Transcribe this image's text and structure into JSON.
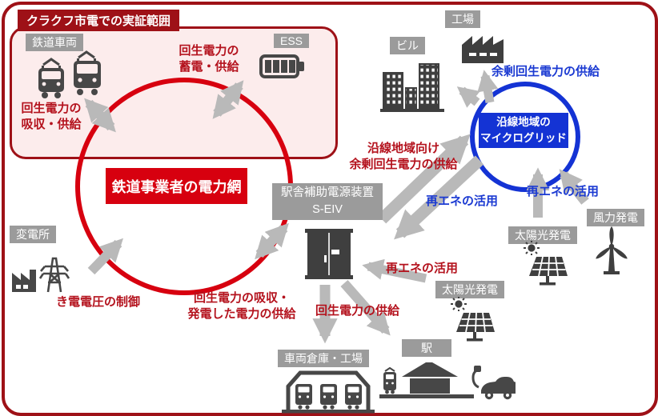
{
  "colors": {
    "frame_red": "#9e1117",
    "circle_red": "#d7000f",
    "text_red": "#b4121d",
    "blue": "#1433d4",
    "text_blue": "#1b3ad2",
    "badge_gray": "#9b9b9b",
    "arrow_gray": "#b9b9b9",
    "icon_gray": "#474747",
    "panel_pink": "#fcecec"
  },
  "demo_area": {
    "title": "クラクフ市電での実証範囲"
  },
  "nodes": {
    "train": {
      "label": "鉄道車両"
    },
    "ess": {
      "label": "ESS"
    },
    "substation": {
      "label": "変電所"
    },
    "rail_network": {
      "label": "鉄道事業者の電力網"
    },
    "seiv": {
      "label": "駅舎補助電源装置\nS-EIV"
    },
    "microgrid": {
      "label": "沿線地域の\nマイクログリッド"
    },
    "factory": {
      "label": "工場"
    },
    "building": {
      "label": "ビル"
    },
    "wind": {
      "label": "風力発電"
    },
    "solar_right": {
      "label": "太陽光発電"
    },
    "solar_lower": {
      "label": "太陽光発電"
    },
    "station": {
      "label": "駅"
    },
    "depot": {
      "label": "車両倉庫・工場"
    }
  },
  "flows": {
    "absorb_supply": "回生電力の\n吸収・供給",
    "store_supply": "回生電力の\n蓄電・供給",
    "voltage_control": "き電電圧の制御",
    "absorb_generate": "回生電力の吸収・\n発電した電力の供給",
    "surplus_to_area": "沿線地域向け\n余剰回生電力の供給",
    "surplus_supply": "余剰回生電力の供給",
    "renewable_use_mid": "再エネの活用",
    "renewable_use_right": "再エネの活用",
    "renewable_use_seiv": "再エネの活用",
    "regen_supply": "回生電力の供給"
  }
}
